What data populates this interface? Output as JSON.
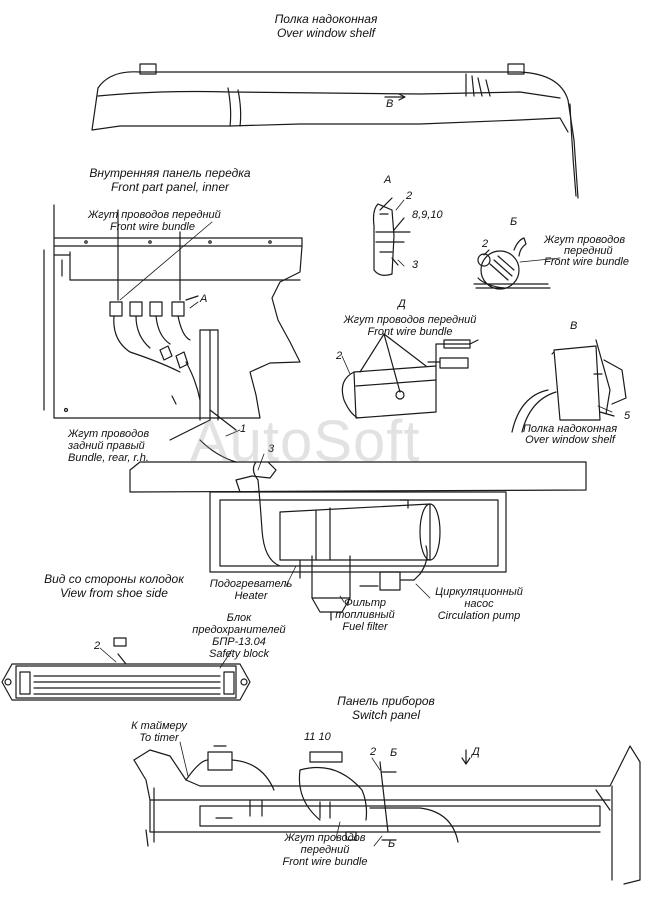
{
  "sections": {
    "over_window_shelf": {
      "ru": "Полка надоконная",
      "en": "Over window shelf",
      "view_label": "В"
    },
    "front_panel": {
      "ru": "Внутренняя панель передка",
      "en": "Front part panel, inner"
    },
    "front_bundle_top": {
      "ru": "Жгут проводов передний",
      "en": "Front wire bundle"
    },
    "rear_bundle": {
      "ru1": "Жгут проводов",
      "ru2": "задний правый",
      "en": "Bundle, rear, r.h."
    },
    "heater": {
      "ru": "Подогреватель",
      "en": "Heater"
    },
    "fuel_filter": {
      "ru1": "Фильтр",
      "ru2": "топливный",
      "en": "Fuel filter"
    },
    "circ_pump": {
      "ru1": "Циркуляционный",
      "ru2": "насос",
      "en": "Circulation pump"
    },
    "shoe_view": {
      "ru": "Вид со стороны колодок",
      "en": "View from shoe side"
    },
    "safety_block": {
      "ru1": "Блок",
      "ru2": "предохранителей",
      "ru3": "БПР-13.04",
      "en": "Safety block"
    },
    "switch_panel": {
      "ru": "Панель приборов",
      "en": "Switch panel"
    },
    "timer": {
      "ru": "К таймеру",
      "en": "To timer"
    },
    "front_bundle_bottom": {
      "ru1": "Жгут проводов",
      "ru2": "передний",
      "en": "Front wire bundle"
    }
  },
  "views": {
    "a": {
      "title": "А",
      "callouts": [
        "2",
        "8,9,10",
        "3"
      ]
    },
    "b": {
      "title": "Б",
      "callout": "2",
      "ru1": "Жгут проводов",
      "ru2": "передний",
      "en": "Front wire bundle"
    },
    "d": {
      "title": "Д",
      "callout": "2",
      "ru": "Жгут проводов передний",
      "en": "Front wire bundle"
    },
    "v": {
      "title": "В",
      "callout": "5",
      "ru": "Полка надоконная",
      "en": "Over window shelf"
    }
  },
  "callouts": {
    "a_marker": "А",
    "n1": "1",
    "n3": "3",
    "n2_safety": "2",
    "n11_10": "11 10",
    "n2_switch": "2",
    "b_top": "Б",
    "b_bottom": "Б",
    "d_arrow": "Д"
  },
  "watermark": "AutoSoft"
}
